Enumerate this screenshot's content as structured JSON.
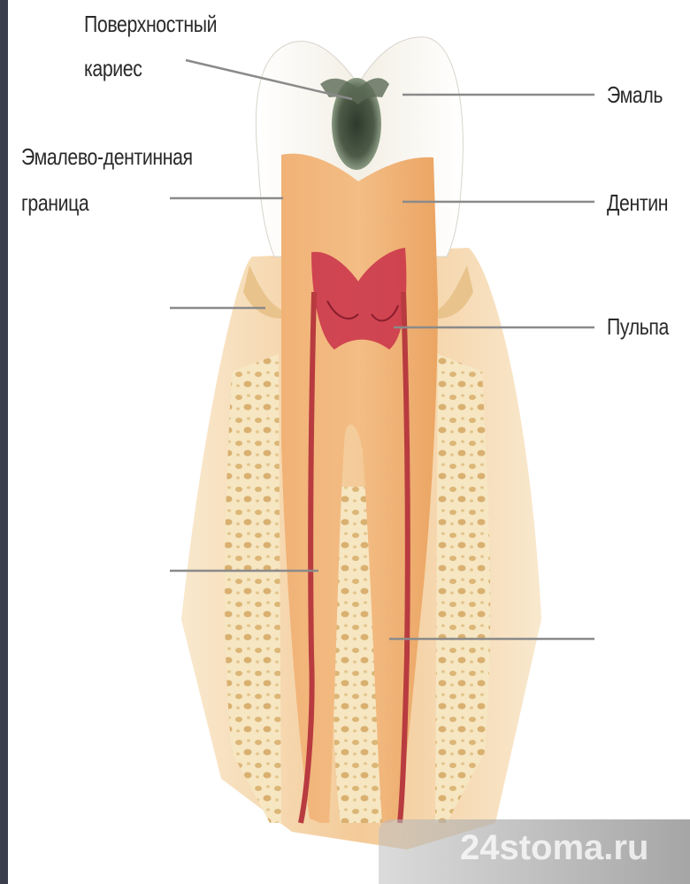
{
  "labels": {
    "surface_caries_line1": "Поверхностный",
    "surface_caries_line2": "кариес",
    "dej_line1": "Эмалево-дентинная",
    "dej_line2": "граница",
    "enamel": "Эмаль",
    "dentin": "Дентин",
    "pulp": "Пульпа"
  },
  "watermark": "24stoma.ru",
  "colors": {
    "enamel": "#f4f1ea",
    "dentin": "#eeaa6a",
    "pulp": "#c83048",
    "bone": "#f0dcb0",
    "gum": "#f2c089",
    "caries": "#3f4a3a",
    "leader_line": "#8a8a8a"
  }
}
